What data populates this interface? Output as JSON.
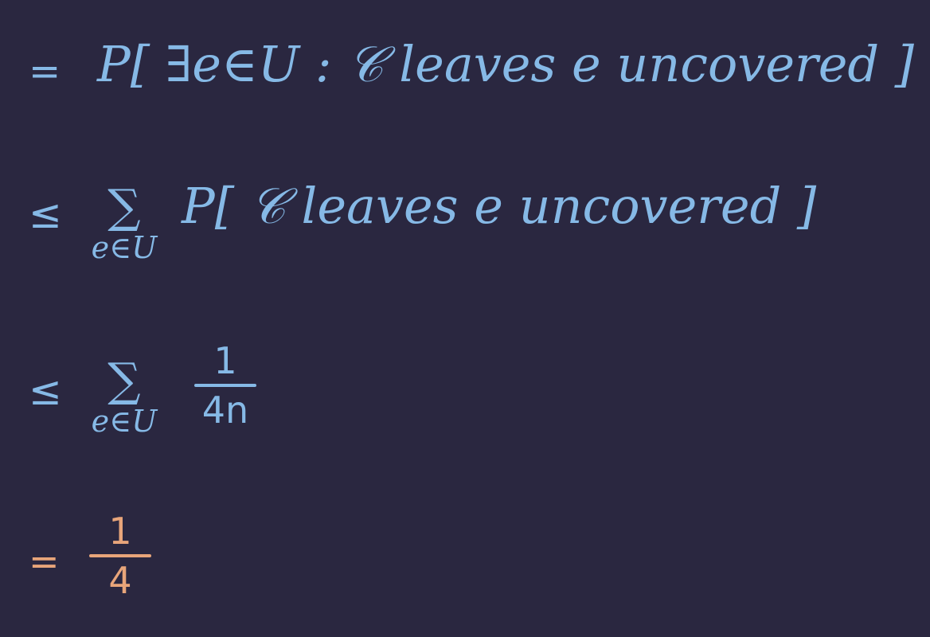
{
  "lines": [
    {
      "relation": "=",
      "expression": "P[ ∃e∈U : 𝒞 leaves e uncovered ]"
    },
    {
      "relation": "≤",
      "sum_symbol": "∑",
      "sum_subscript": "e∈U",
      "expression": "P[ 𝒞 leaves e uncovered ]"
    },
    {
      "relation": "≤",
      "sum_symbol": "∑",
      "sum_subscript": "e∈U",
      "fraction": {
        "numerator": "1",
        "denominator": "4n"
      }
    },
    {
      "relation": "=",
      "fraction": {
        "numerator": "1",
        "denominator": "4"
      }
    }
  ],
  "colors": {
    "background": "#2a2740",
    "ink_blue": "#86b9e6",
    "ink_orange": "#e8a57a"
  }
}
